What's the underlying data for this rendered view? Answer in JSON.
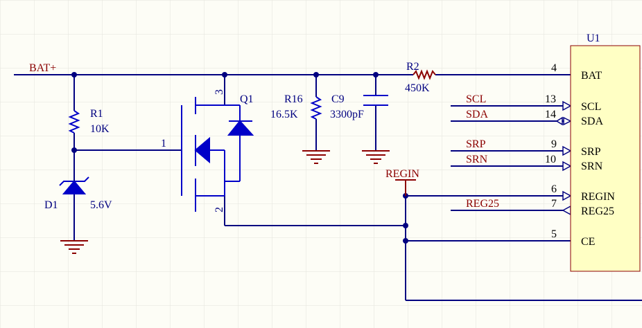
{
  "colors": {
    "background": "#fdfdf6",
    "grid": "#e4e4dc",
    "wire": "#000080",
    "component": "#0000c8",
    "text": "#000080",
    "net_label": "#8b0000",
    "chip_fill": "#ffffc4",
    "chip_border": "#8b0000"
  },
  "net_labels": {
    "bat_plus": "BAT+",
    "regin": "REGIN",
    "scl": "SCL",
    "sda": "SDA",
    "srp": "SRP",
    "srn": "SRN",
    "reg25": "REG25"
  },
  "components": {
    "r1": {
      "ref": "R1",
      "value": "10K"
    },
    "d1": {
      "ref": "D1",
      "value": "5.6V"
    },
    "q1": {
      "ref": "Q1",
      "pin_gate": "1",
      "pin_source": "2",
      "pin_drain": "3"
    },
    "r16": {
      "ref": "R16",
      "value": "16.5K"
    },
    "c9": {
      "ref": "C9",
      "value": "3300pF"
    },
    "r2": {
      "ref": "R2",
      "value": "450K"
    }
  },
  "chip": {
    "ref": "U1",
    "pins": [
      {
        "num": "4",
        "name": "BAT"
      },
      {
        "num": "13",
        "name": "SCL"
      },
      {
        "num": "14",
        "name": "SDA"
      },
      {
        "num": "9",
        "name": "SRP"
      },
      {
        "num": "10",
        "name": "SRN"
      },
      {
        "num": "6",
        "name": "REGIN"
      },
      {
        "num": "7",
        "name": "REG25"
      },
      {
        "num": "5",
        "name": "CE"
      }
    ]
  }
}
